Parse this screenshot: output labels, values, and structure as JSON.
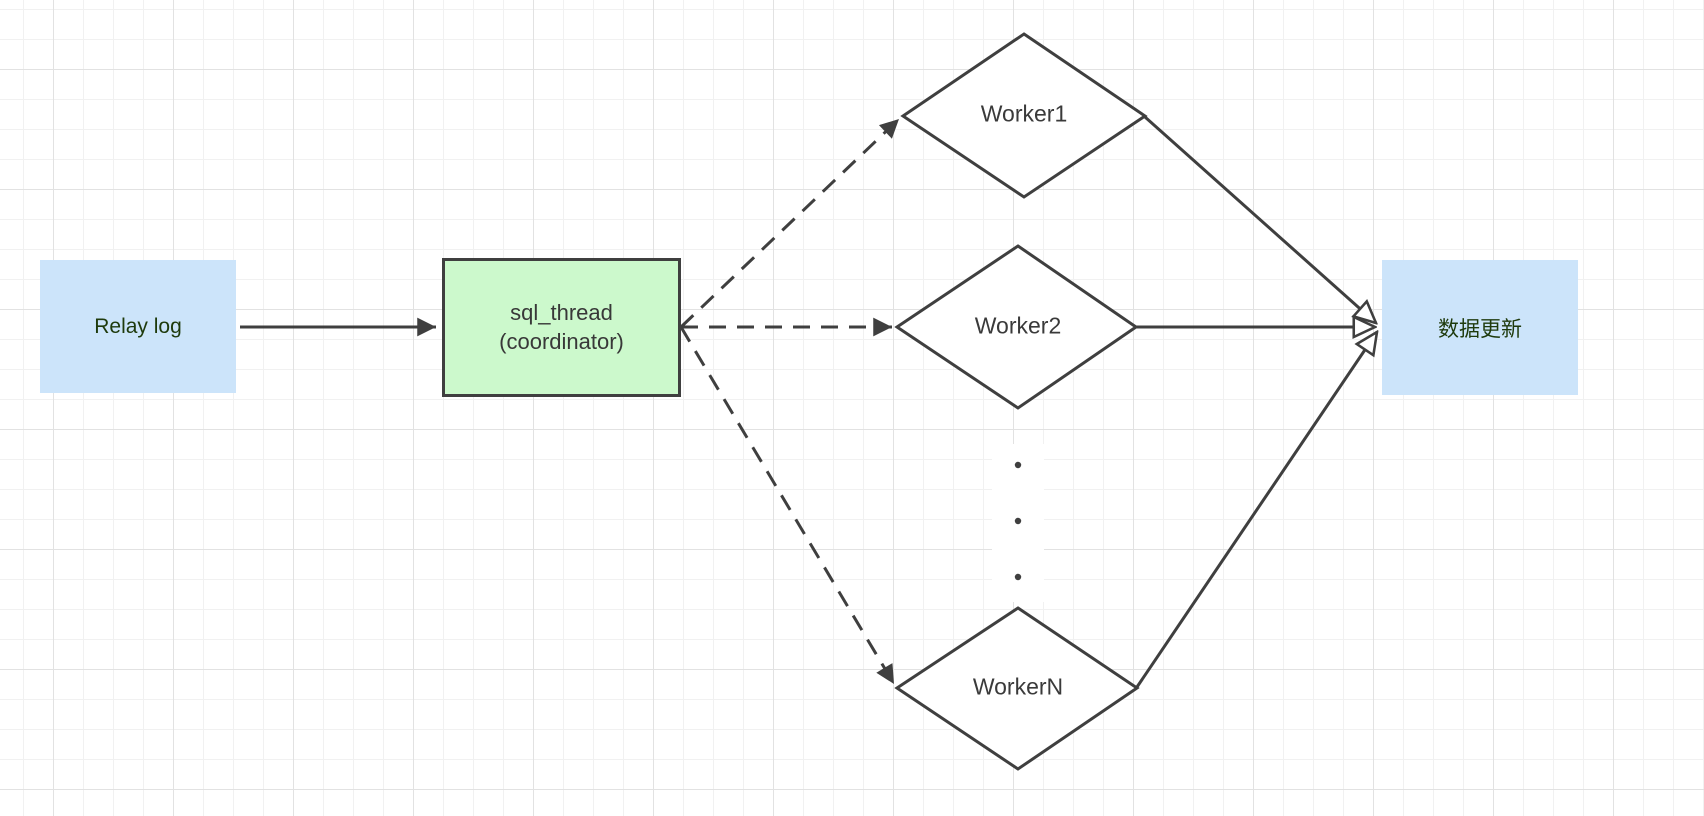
{
  "canvas": {
    "background": "#ffffff",
    "grid_minor_color": "#f1f1f1",
    "grid_major_color": "#e2e2e2",
    "line_color": "#3f3f3f"
  },
  "nodes": {
    "relay_log": {
      "shape": "rectangle",
      "label": "Relay log",
      "fill": "#cce4fa",
      "text_color": "#1e3a0c"
    },
    "sql_thread": {
      "shape": "rectangle",
      "label": "sql_thread",
      "sublabel": "(coordinator)",
      "fill": "#ccf9cc",
      "border_color": "#3f3f3f",
      "text_color": "#383838"
    },
    "worker1": {
      "shape": "diamond",
      "label": "Worker1",
      "fill": "#ffffff",
      "border_color": "#3f3f3f",
      "text_color": "#3a3a3a"
    },
    "worker2": {
      "shape": "diamond",
      "label": "Worker2",
      "fill": "#ffffff",
      "border_color": "#3f3f3f",
      "text_color": "#3a3a3a"
    },
    "workerN": {
      "shape": "diamond",
      "label": "WorkerN",
      "fill": "#ffffff",
      "border_color": "#3f3f3f",
      "text_color": "#3a3a3a"
    },
    "data_update": {
      "shape": "rectangle",
      "label": "数据更新",
      "fill": "#cce4fa",
      "text_color": "#1e3a0c"
    }
  },
  "edges": [
    {
      "from": "relay_log",
      "to": "sql_thread",
      "style": "solid",
      "arrowhead": "filled"
    },
    {
      "from": "sql_thread",
      "to": "worker1",
      "style": "dashed",
      "arrowhead": "filled"
    },
    {
      "from": "sql_thread",
      "to": "worker2",
      "style": "dashed",
      "arrowhead": "filled"
    },
    {
      "from": "sql_thread",
      "to": "workerN",
      "style": "dashed",
      "arrowhead": "filled"
    },
    {
      "from": "worker1",
      "to": "data_update",
      "style": "solid",
      "arrowhead": "open"
    },
    {
      "from": "worker2",
      "to": "data_update",
      "style": "solid",
      "arrowhead": "open"
    },
    {
      "from": "workerN",
      "to": "data_update",
      "style": "solid",
      "arrowhead": "open"
    }
  ],
  "ellipsis": {
    "dots": 3,
    "color": "#3f3f3f"
  }
}
